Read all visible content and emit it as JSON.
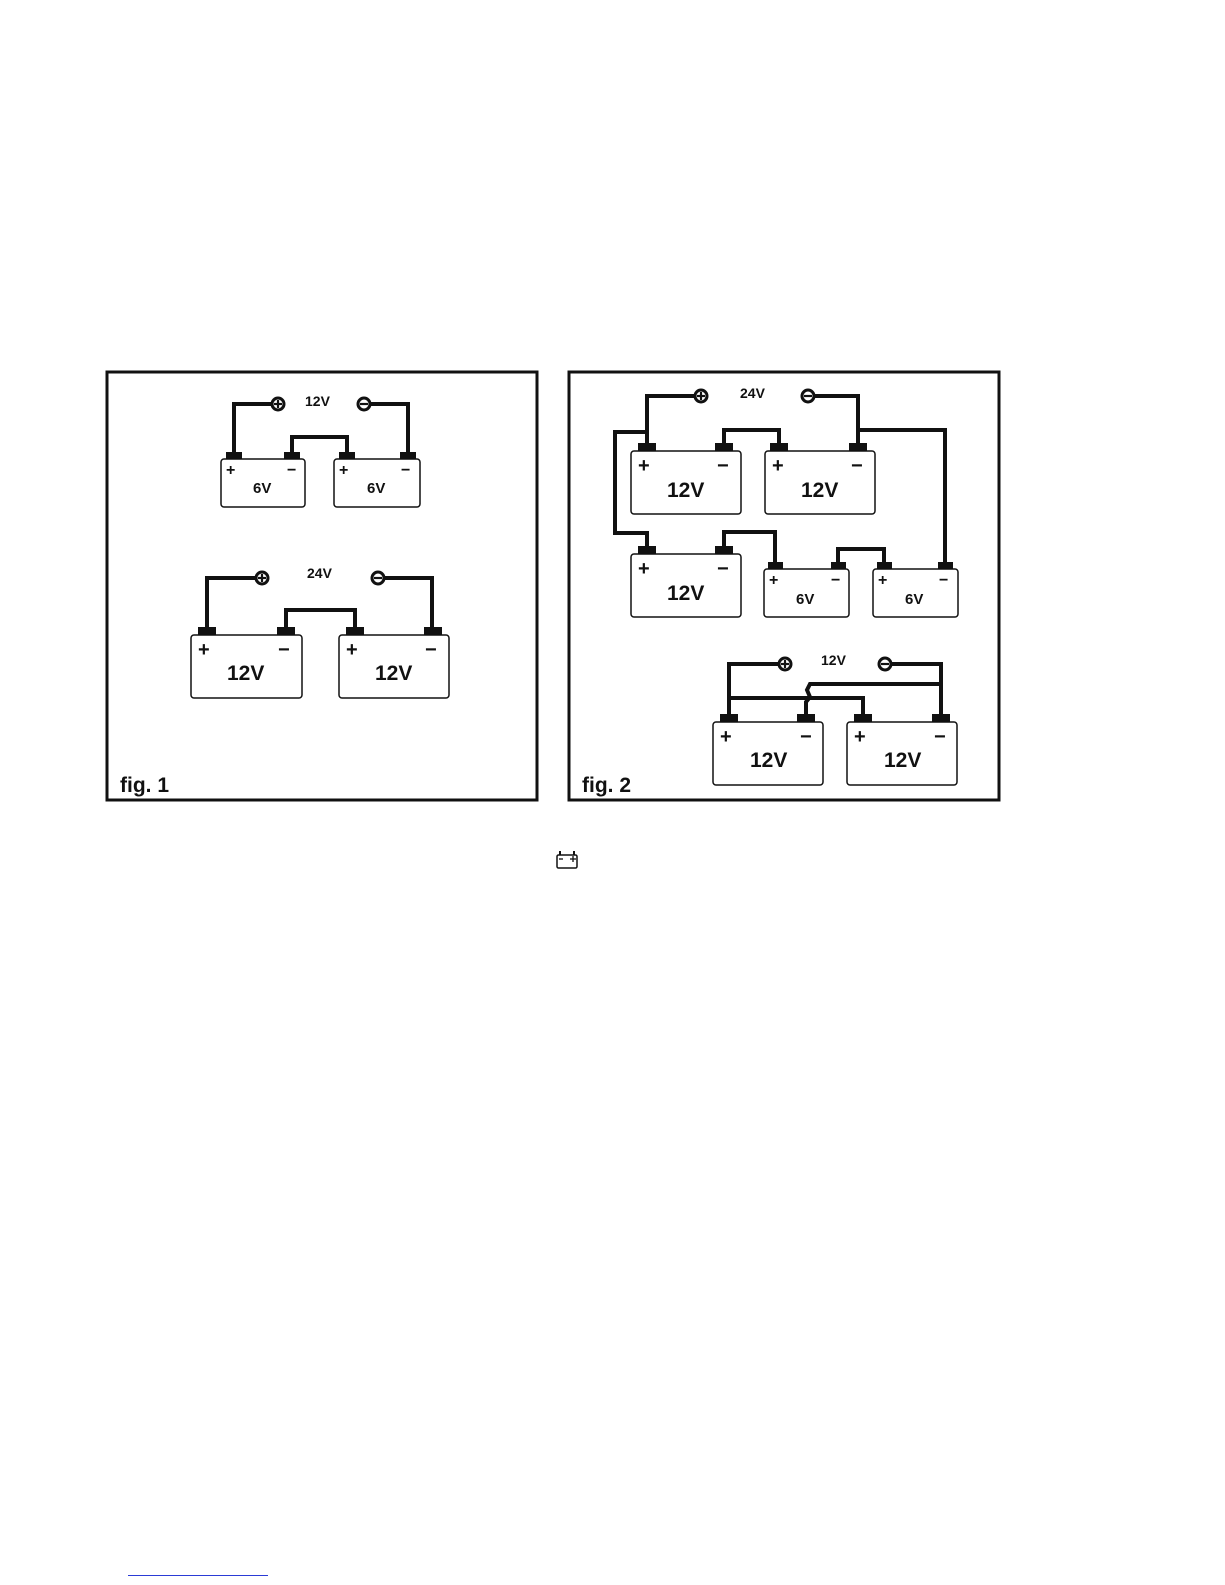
{
  "figures": [
    {
      "label": "fig. 1",
      "configurations": [
        {
          "output_voltage": "12V",
          "batteries": [
            {
              "voltage": "6V",
              "plus": "+",
              "minus": "−"
            },
            {
              "voltage": "6V",
              "plus": "+",
              "minus": "−"
            }
          ]
        },
        {
          "output_voltage": "24V",
          "batteries": [
            {
              "voltage": "12V",
              "plus": "+",
              "minus": "−"
            },
            {
              "voltage": "12V",
              "plus": "+",
              "minus": "−"
            }
          ]
        }
      ]
    },
    {
      "label": "fig. 2",
      "configurations": [
        {
          "output_voltage": "24V",
          "batteries": [
            {
              "voltage": "12V",
              "plus": "+",
              "minus": "−"
            },
            {
              "voltage": "12V",
              "plus": "+",
              "minus": "−"
            },
            {
              "voltage": "12V",
              "plus": "+",
              "minus": "−"
            },
            {
              "voltage": "6V",
              "plus": "+",
              "minus": "−"
            },
            {
              "voltage": "6V",
              "plus": "+",
              "minus": "−"
            }
          ]
        },
        {
          "output_voltage": "12V",
          "batteries": [
            {
              "voltage": "12V",
              "plus": "+",
              "minus": "−"
            },
            {
              "voltage": "12V",
              "plus": "+",
              "minus": "−"
            }
          ]
        }
      ]
    }
  ],
  "icons": {
    "battery_symbol": "battery-icon"
  }
}
